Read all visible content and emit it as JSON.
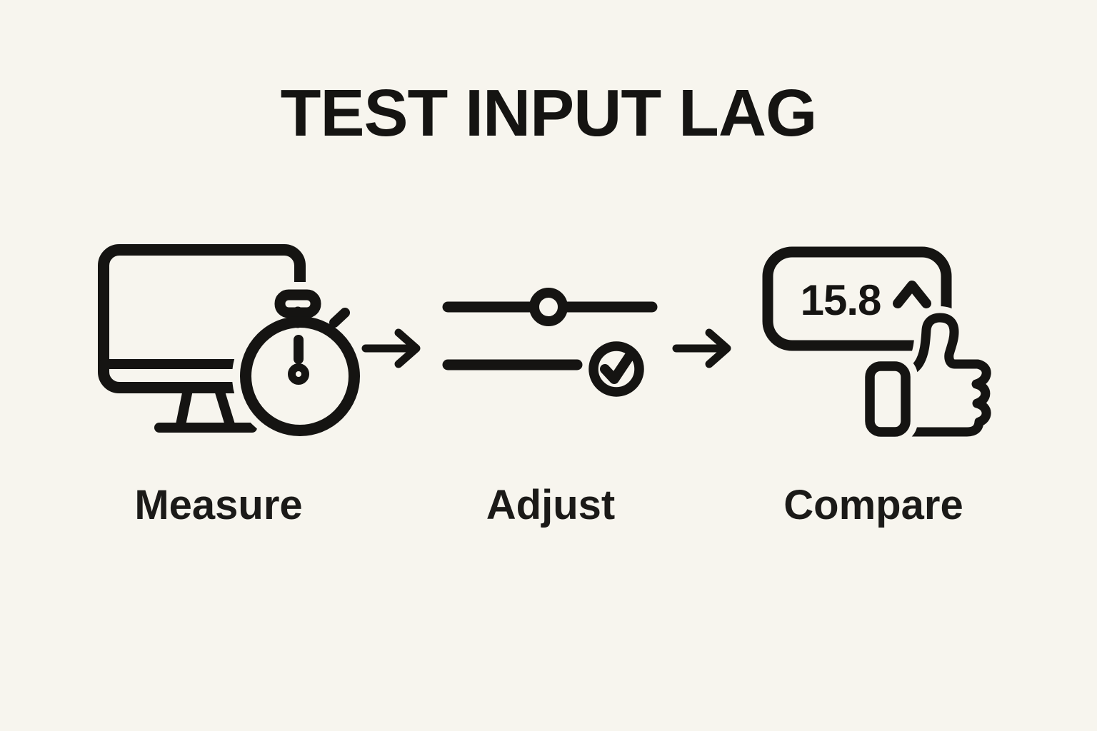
{
  "title": "TEST INPUT LAG",
  "steps": [
    {
      "label": "Measure",
      "icon": "monitor-stopwatch-icon"
    },
    {
      "label": "Adjust",
      "icon": "sliders-check-icon"
    },
    {
      "label": "Compare",
      "icon": "score-bubble-thumbs-up-icon",
      "score": "15.8"
    }
  ],
  "connectors": [
    {
      "icon": "right-arrow-icon"
    },
    {
      "icon": "right-arrow-icon"
    }
  ],
  "colors": {
    "background": "#f7f5ee",
    "line": "#151412"
  }
}
